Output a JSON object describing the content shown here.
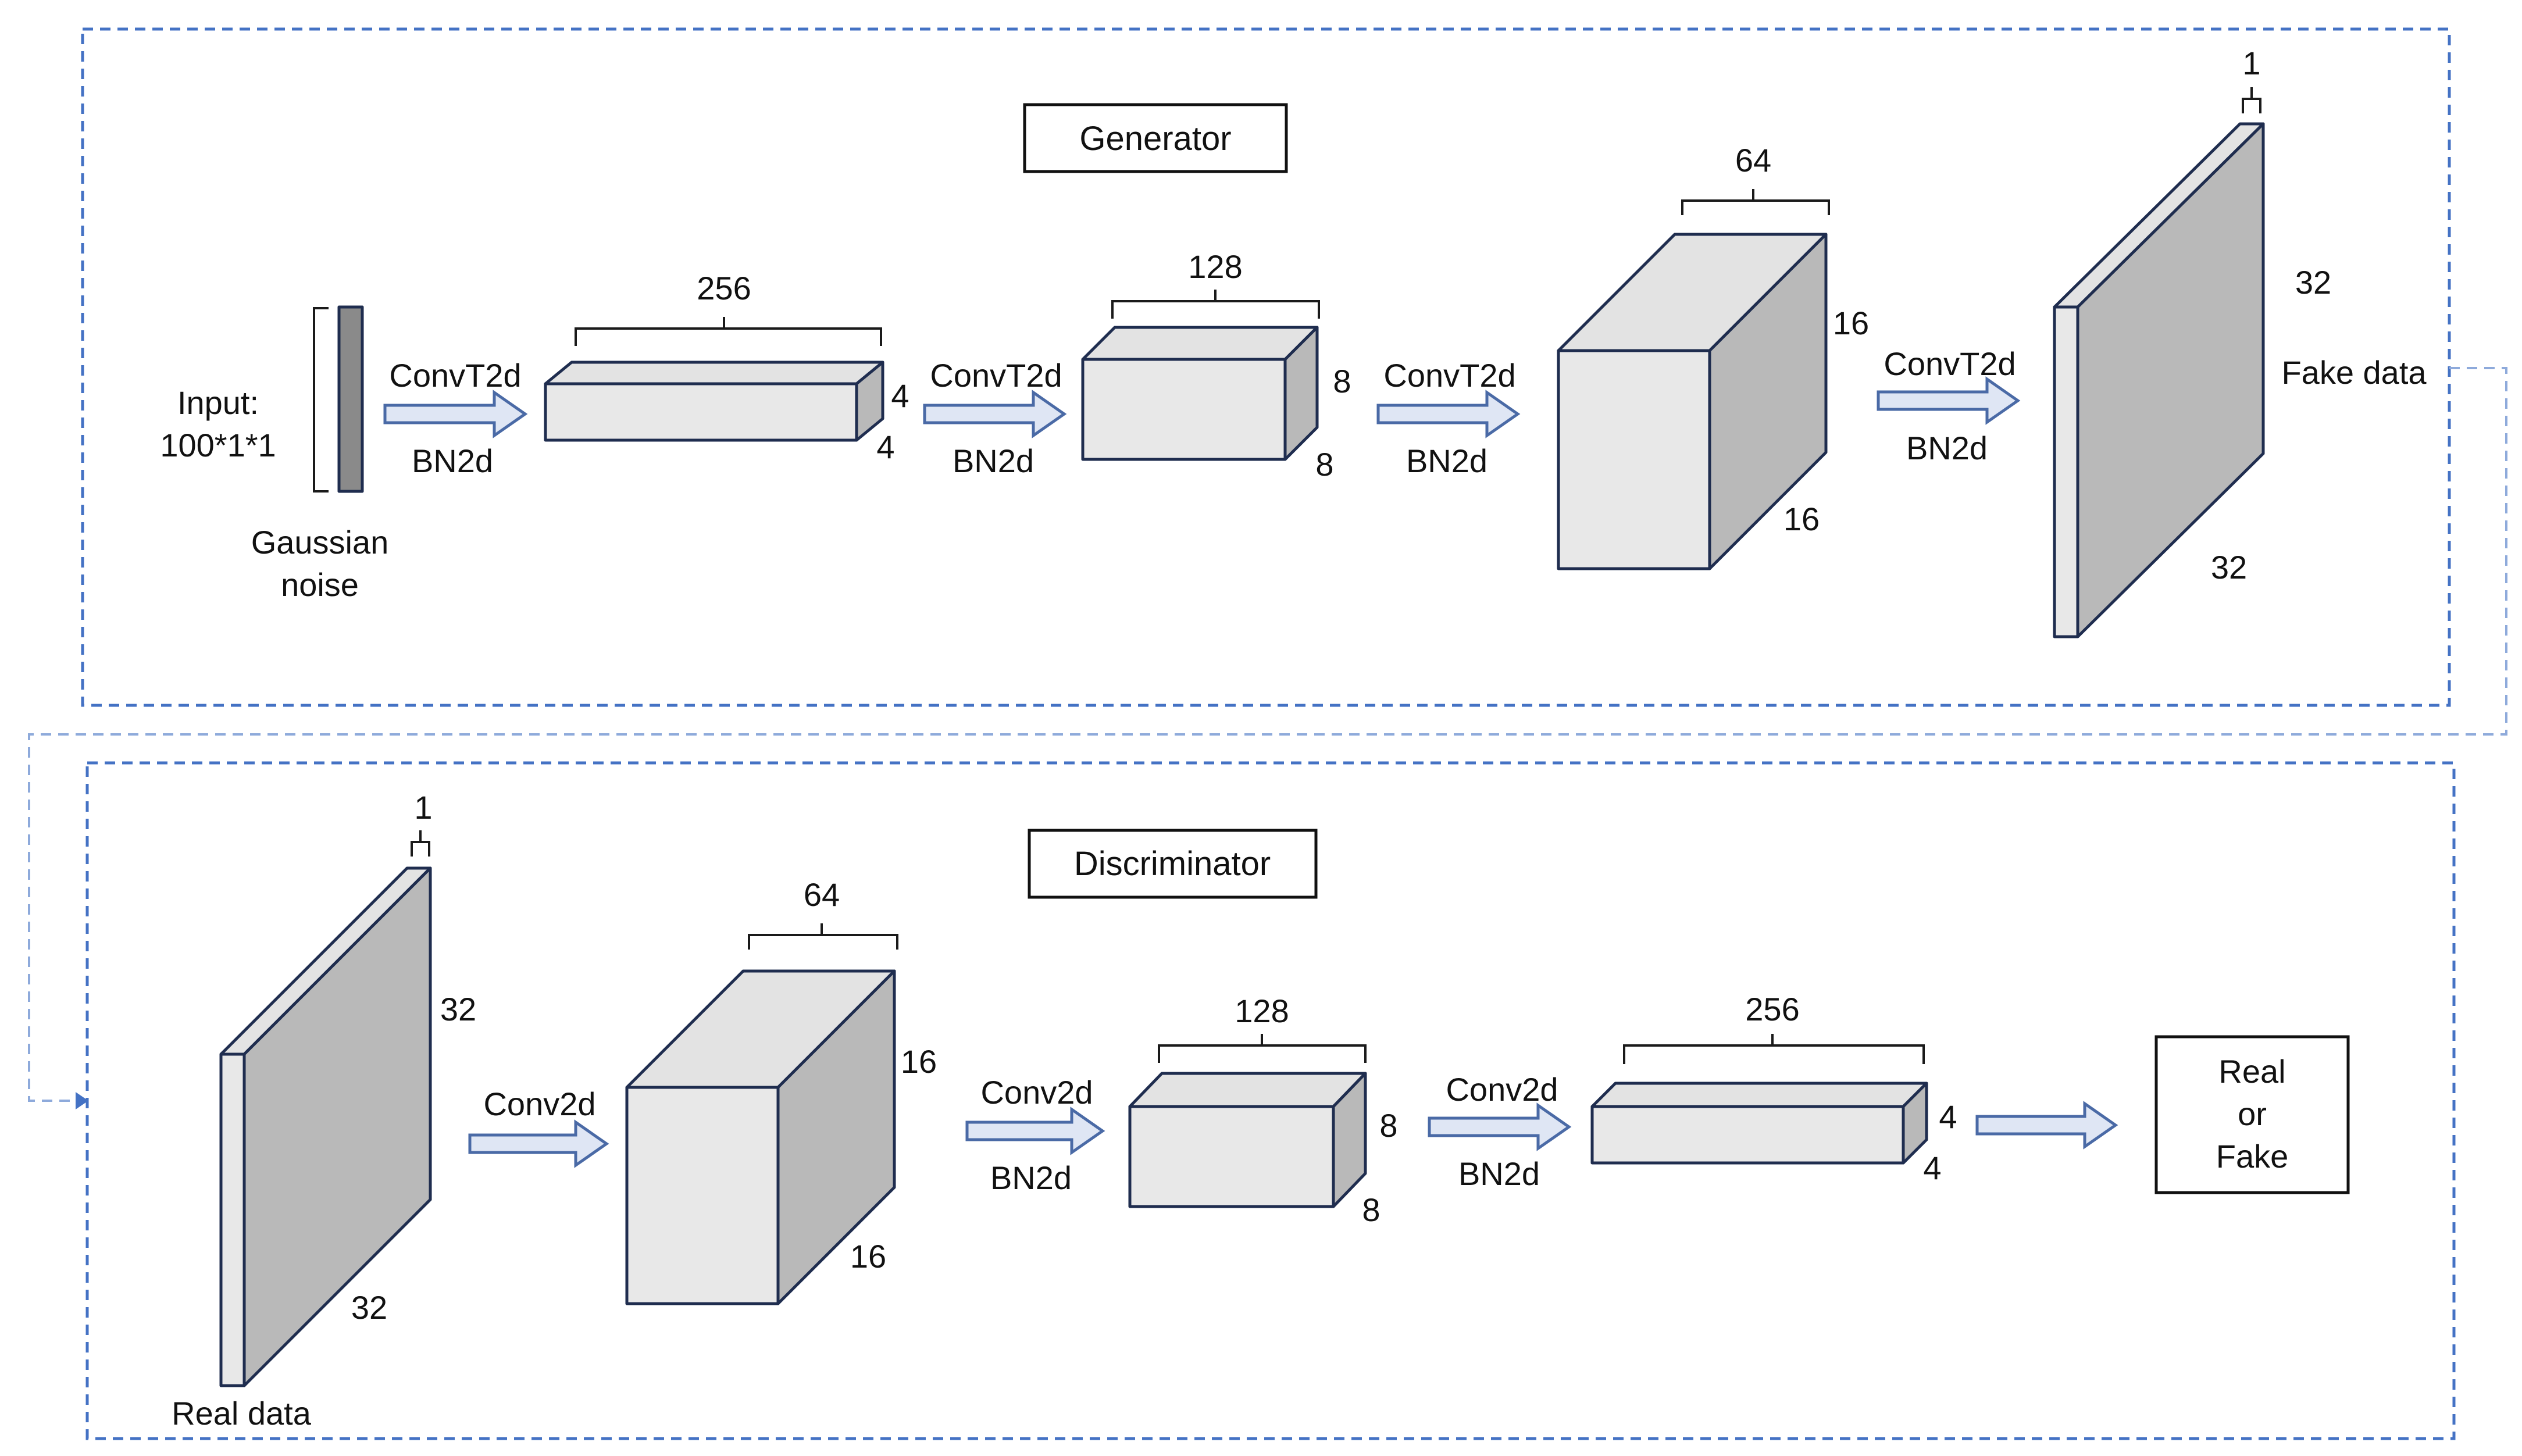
{
  "generator": {
    "title": "Generator",
    "input_label_1": "Input:",
    "input_label_2": "100*1*1",
    "noise_label_1": "Gaussian",
    "noise_label_2": "noise",
    "block1": {
      "channels": "256",
      "h": "4",
      "w": "4"
    },
    "block2": {
      "channels": "128",
      "h": "8",
      "w": "8"
    },
    "block3": {
      "channels": "64",
      "h": "16",
      "w": "16"
    },
    "output": {
      "channels": "1",
      "h": "32",
      "w": "32",
      "label": "Fake data"
    },
    "arrows": [
      {
        "top": "ConvT2d",
        "bottom": "BN2d"
      },
      {
        "top": "ConvT2d",
        "bottom": "BN2d"
      },
      {
        "top": "ConvT2d",
        "bottom": "BN2d"
      },
      {
        "top": "ConvT2d",
        "bottom": "BN2d"
      }
    ]
  },
  "discriminator": {
    "title": "Discriminator",
    "input": {
      "channels": "1",
      "h": "32",
      "w": "32",
      "label": "Real data"
    },
    "block1": {
      "channels": "64",
      "h": "16",
      "w": "16"
    },
    "block2": {
      "channels": "128",
      "h": "8",
      "w": "8"
    },
    "block3": {
      "channels": "256",
      "h": "4",
      "w": "4"
    },
    "arrows": [
      {
        "top": "Conv2d",
        "bottom": ""
      },
      {
        "top": "Conv2d",
        "bottom": "BN2d"
      },
      {
        "top": "Conv2d",
        "bottom": "BN2d"
      }
    ],
    "result_1": "Real",
    "result_2": "or",
    "result_3": "Fake"
  },
  "colors": {
    "box_border": "#4472c4",
    "arrow_fill": "#dfe6f4",
    "arrow_stroke": "#4a6aa6",
    "block_front": "#e8e8e8",
    "block_side": "#b9b9b9",
    "block_edge": "#1f2d4f"
  }
}
